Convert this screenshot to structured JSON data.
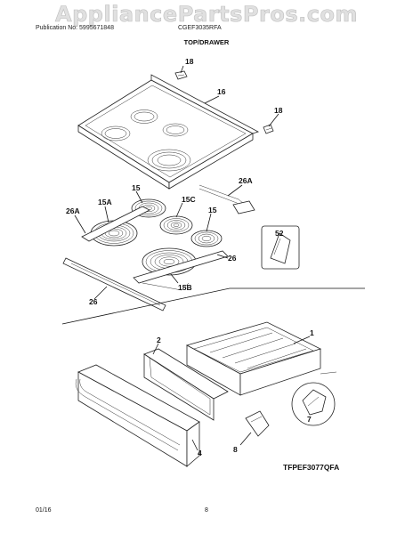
{
  "watermark": "AppliancePartsPros.com",
  "header": {
    "publication": "Publication No: 5995671848",
    "model": "CGEF3035RFA"
  },
  "section_title": "TOP/DRAWER",
  "callouts": {
    "p18a": "18",
    "p16": "16",
    "p18b": "18",
    "p15a": "15",
    "p15c": "15C",
    "p15b_top": "15",
    "p26a_top": "26A",
    "p15a_left": "15A",
    "p26a_left": "26A",
    "p52": "52",
    "p26_right": "26",
    "p26_strip": "26",
    "p15b": "15B",
    "p1": "1",
    "p2": "2",
    "p4": "4",
    "p7": "7",
    "p8": "8"
  },
  "diagram_code": "TFPEF3077QFA",
  "footer": {
    "date": "01/16",
    "page": "8"
  }
}
